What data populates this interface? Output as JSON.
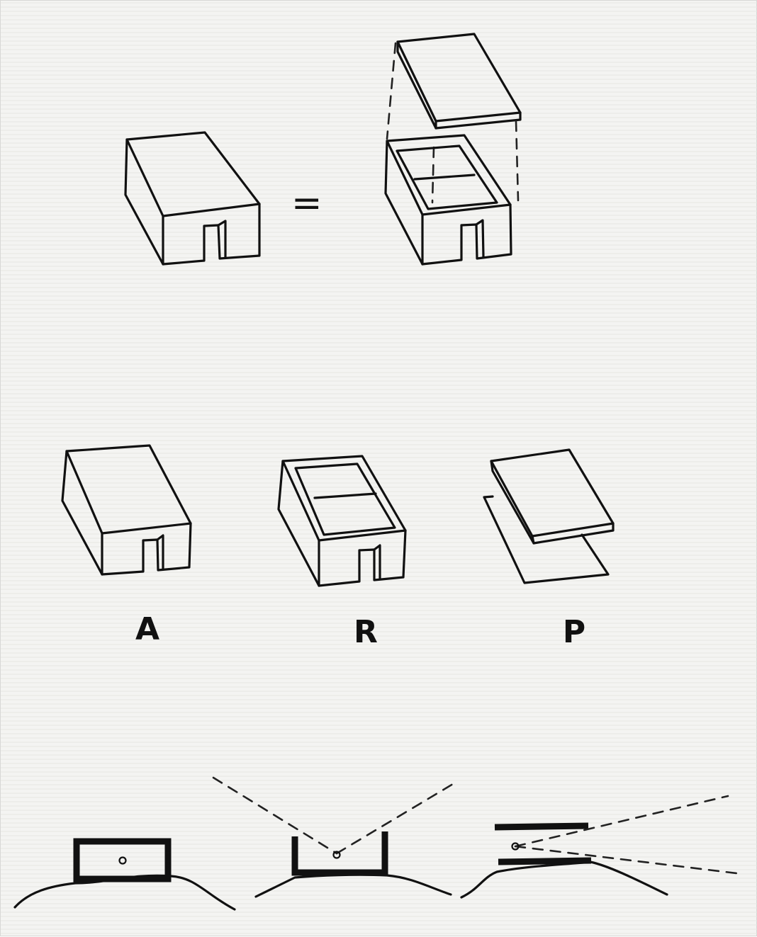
{
  "equals_sign": "=",
  "labels": {
    "a": "A",
    "r": "R",
    "p": "P"
  },
  "colors": {
    "ink": "#111111",
    "paper": "#f4f4f2"
  }
}
